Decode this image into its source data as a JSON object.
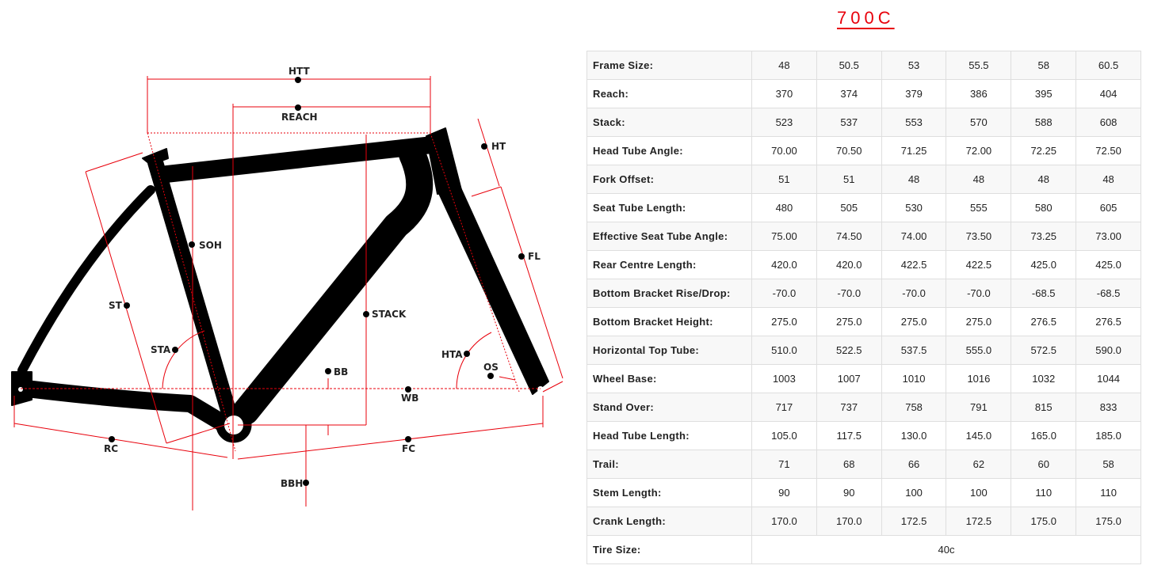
{
  "title": "700C",
  "diagram": {
    "labels": {
      "htt": "HTT",
      "reach": "REACH",
      "ht": "HT",
      "soh": "SOH",
      "fl": "FL",
      "st": "ST",
      "stack": "STACK",
      "sta": "STA",
      "hta": "HTA",
      "bb": "BB",
      "os": "OS",
      "wb": "WB",
      "rc": "RC",
      "fc": "FC",
      "bbh": "BBH"
    }
  },
  "table": {
    "rows": [
      {
        "label": "Frame Size:",
        "values": [
          "48",
          "50.5",
          "53",
          "55.5",
          "58",
          "60.5"
        ]
      },
      {
        "label": "Reach:",
        "values": [
          "370",
          "374",
          "379",
          "386",
          "395",
          "404"
        ]
      },
      {
        "label": "Stack:",
        "values": [
          "523",
          "537",
          "553",
          "570",
          "588",
          "608"
        ]
      },
      {
        "label": "Head Tube Angle:",
        "values": [
          "70.00",
          "70.50",
          "71.25",
          "72.00",
          "72.25",
          "72.50"
        ]
      },
      {
        "label": "Fork Offset:",
        "values": [
          "51",
          "51",
          "48",
          "48",
          "48",
          "48"
        ]
      },
      {
        "label": "Seat Tube Length:",
        "values": [
          "480",
          "505",
          "530",
          "555",
          "580",
          "605"
        ]
      },
      {
        "label": "Effective Seat Tube Angle:",
        "values": [
          "75.00",
          "74.50",
          "74.00",
          "73.50",
          "73.25",
          "73.00"
        ]
      },
      {
        "label": "Rear Centre Length:",
        "values": [
          "420.0",
          "420.0",
          "422.5",
          "422.5",
          "425.0",
          "425.0"
        ]
      },
      {
        "label": "Bottom Bracket Rise/Drop:",
        "values": [
          "-70.0",
          "-70.0",
          "-70.0",
          "-70.0",
          "-68.5",
          "-68.5"
        ]
      },
      {
        "label": "Bottom Bracket Height:",
        "values": [
          "275.0",
          "275.0",
          "275.0",
          "275.0",
          "276.5",
          "276.5"
        ]
      },
      {
        "label": "Horizontal Top Tube:",
        "values": [
          "510.0",
          "522.5",
          "537.5",
          "555.0",
          "572.5",
          "590.0"
        ]
      },
      {
        "label": "Wheel Base:",
        "values": [
          "1003",
          "1007",
          "1010",
          "1016",
          "1032",
          "1044"
        ]
      },
      {
        "label": "Stand Over:",
        "values": [
          "717",
          "737",
          "758",
          "791",
          "815",
          "833"
        ]
      },
      {
        "label": "Head Tube Length:",
        "values": [
          "105.0",
          "117.5",
          "130.0",
          "145.0",
          "165.0",
          "185.0"
        ]
      },
      {
        "label": "Trail:",
        "values": [
          "71",
          "68",
          "66",
          "62",
          "60",
          "58"
        ]
      },
      {
        "label": "Stem Length:",
        "values": [
          "90",
          "90",
          "100",
          "100",
          "110",
          "110"
        ]
      },
      {
        "label": "Crank Length:",
        "values": [
          "170.0",
          "170.0",
          "172.5",
          "172.5",
          "175.0",
          "175.0"
        ]
      },
      {
        "label": "Tire Size:",
        "values": [
          "40c"
        ]
      }
    ]
  }
}
